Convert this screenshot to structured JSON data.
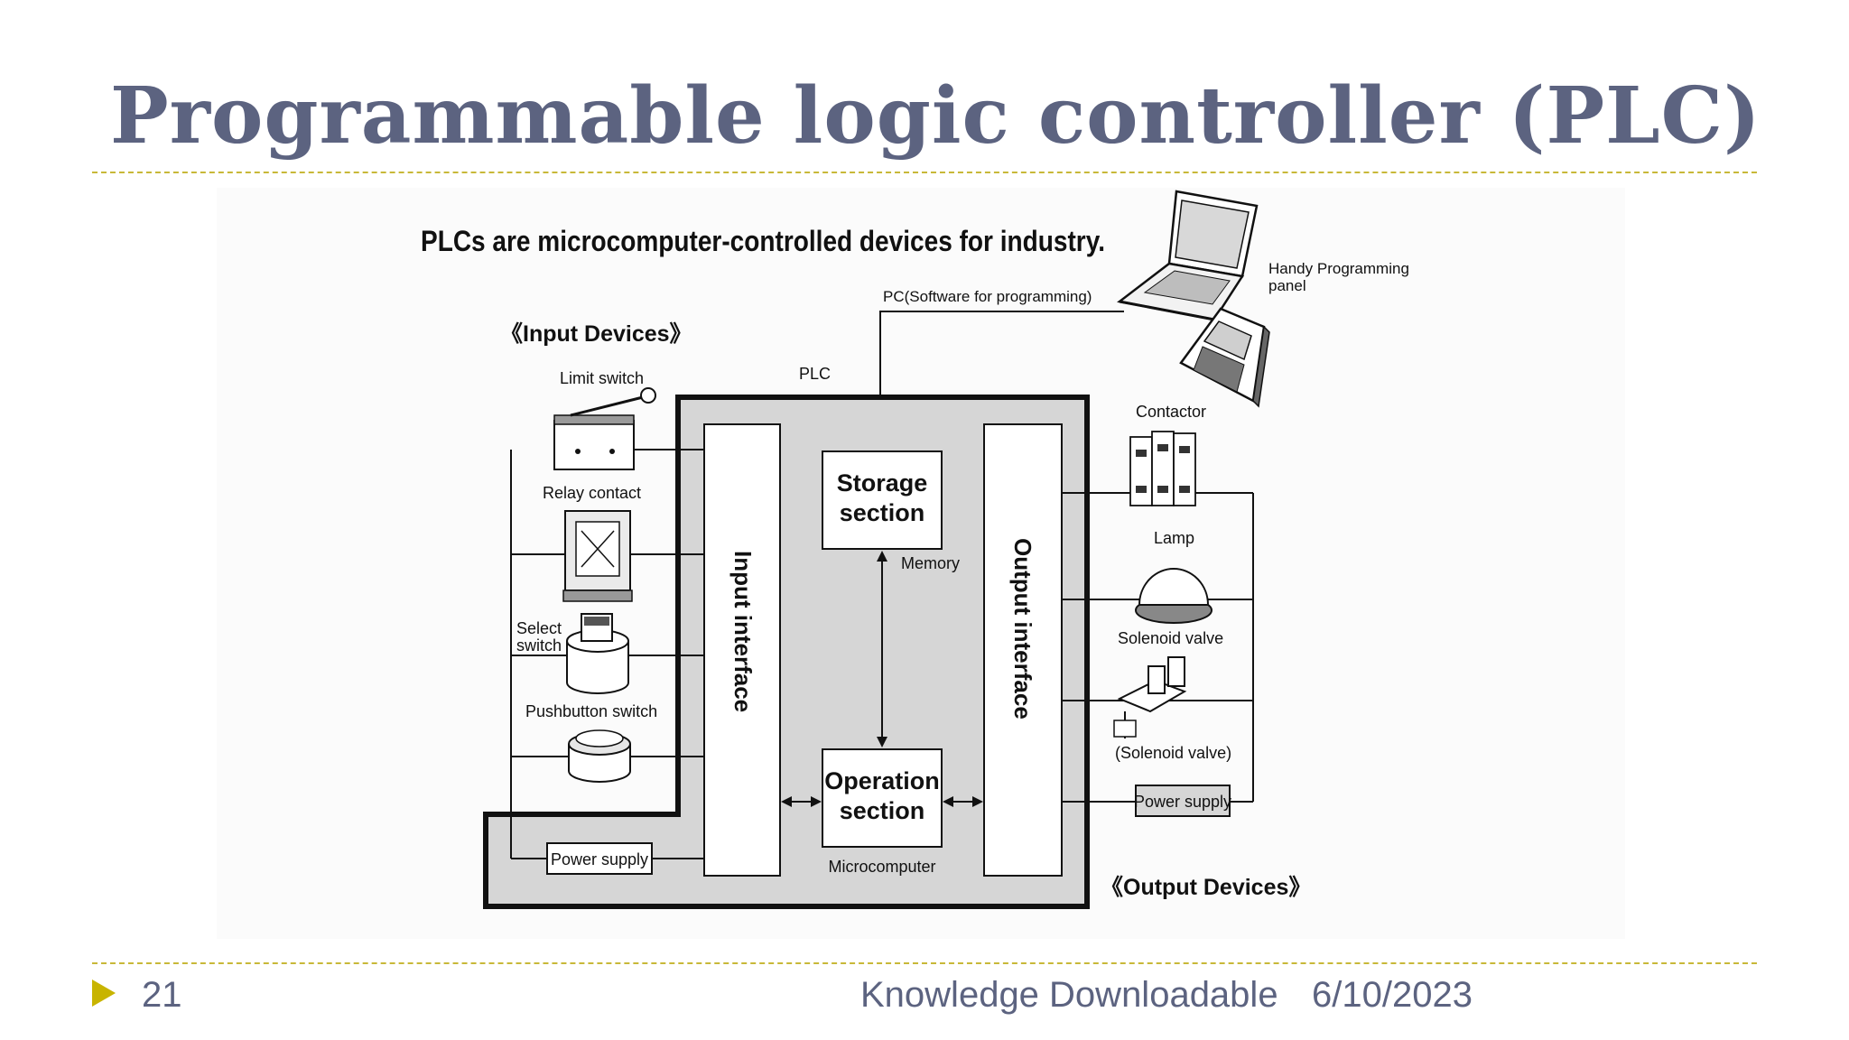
{
  "slide": {
    "title": "Programmable logic controller (PLC)",
    "page_number": "21",
    "organization": "Knowledge Downloadable",
    "date": "6/10/2023"
  },
  "diagram": {
    "headline": "PLCs are microcomputer-controlled devices for industry.",
    "pc_label": "PC(Software for programming)",
    "handy_label_line1": "Handy Programming",
    "handy_label_line2": "panel",
    "input_devices_heading": "《Input Devices》",
    "output_devices_heading": "《Output Devices》",
    "plc_label": "PLC",
    "input_devices": {
      "limit_switch": "Limit switch",
      "relay_contact": "Relay contact",
      "select_switch_line1": "Select",
      "select_switch_line2": "switch",
      "pushbutton_switch": "Pushbutton switch",
      "power_supply": "Power supply"
    },
    "output_devices": {
      "contactor": "Contactor",
      "lamp": "Lamp",
      "solenoid_valve": "Solenoid valve",
      "solenoid_valve_paren": "(Solenoid valve)",
      "power_supply": "Power supply"
    },
    "plc_blocks": {
      "input_interface": "Input interface",
      "output_interface": "Output interface",
      "storage_line1": "Storage",
      "storage_line2": "section",
      "memory": "Memory",
      "operation_line1": "Operation",
      "operation_line2": "section",
      "microcomputer": "Microcomputer"
    }
  }
}
